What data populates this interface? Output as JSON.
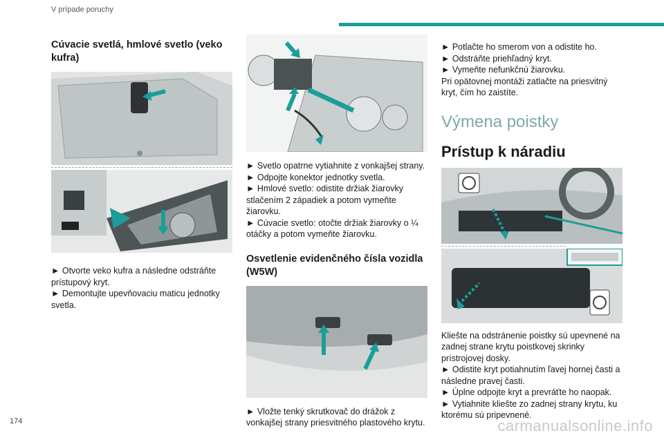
{
  "header": {
    "section": "V prípade poruchy"
  },
  "colors": {
    "accent": "#1b9e9a",
    "heading_teal": "#7fa9a7"
  },
  "col1": {
    "heading": "Cúvacie svetlá, hmlové svetlo (veko kufra)",
    "text": [
      "► Otvorte veko kufra a následne odstráňte prístupový kryt.",
      "► Demontujte upevňovaciu maticu jednotky svetla."
    ]
  },
  "col2": {
    "steps": [
      "► Svetlo opatrne vytiahnite z vonkajšej strany.",
      "► Odpojte konektor jednotky svetla.",
      "► Hmlové svetlo: odistite držiak žiarovky stlačením 2 západiek a potom vymeňte žiarovku.",
      "► Cúvacie svetlo: otočte držiak žiarovky o ¼ otáčky a potom vymeňte žiarovku."
    ],
    "heading": "Osvetlenie evidenčného čísla vozidla (W5W)",
    "text": "► Vložte tenký skrutkovač do drážok z vonkajšej strany priesvitného plastového krytu."
  },
  "col3": {
    "steps": [
      "► Potlačte ho smerom von a odistite ho.",
      "► Odstráňte priehľadný kryt.",
      "► Vymeňte nefunkčnú žiarovku.",
      "Pri opätovnej montáži zatlačte na priesvitný kryt, čím ho zaistíte."
    ],
    "title": "Výmena poistky",
    "subtitle": "Prístup k náradiu",
    "text": [
      "Kliešte na odstránenie poistky sú upevnené na zadnej strane krytu poistkovej skrinky prístrojovej dosky.",
      "► Odistite kryt potiahnutím ľavej hornej časti a následne pravej časti.",
      "► Úplne odpojte kryt a prevráťte ho naopak.",
      "► Vytiahnite kliešte zo zadnej strany krytu, ku ktorému sú pripevnené."
    ]
  },
  "footer": {
    "page_number": "174",
    "watermark": "carmanualsonline.info"
  }
}
